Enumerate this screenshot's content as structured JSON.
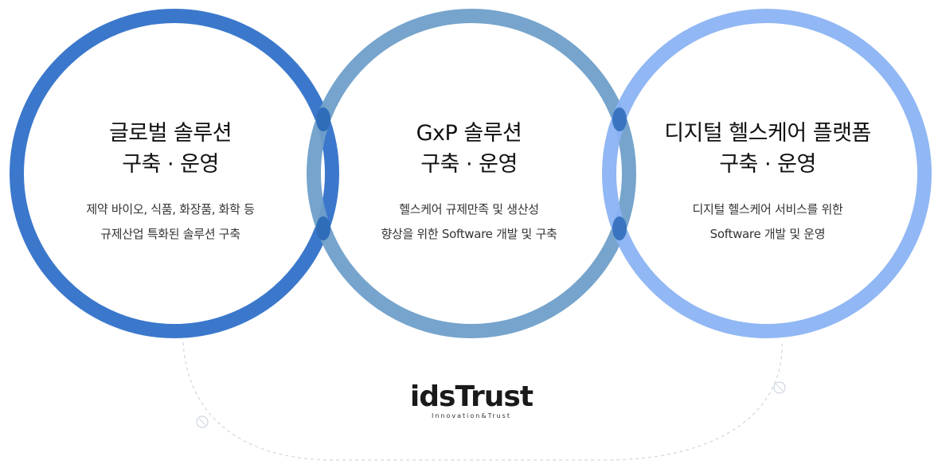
{
  "colors": {
    "circle_1": "#3b78cc",
    "circle_2": "#6f9fc9",
    "circle_3": "#8bb3f3",
    "overlap": "#2f6db8",
    "dashed": "#cfd6e0"
  },
  "circles": [
    {
      "title_lines": [
        "글로벌 솔루션",
        "구축 · 운영"
      ],
      "desc_lines": [
        "제약 바이오, 식품, 화장품, 화학 등",
        "규제산업 특화된 솔루션 구축"
      ]
    },
    {
      "title_lines": [
        "GxP 솔루션",
        "구축 · 운영"
      ],
      "desc_lines": [
        "헬스케어 규제만족 및 생산성",
        "향상을 위한 Software 개발 및 구축"
      ]
    },
    {
      "title_lines": [
        "디지털 헬스케어 플랫폼",
        "구축 · 운영"
      ],
      "desc_lines": [
        "디지털 헬스케어 서비스를 위한",
        "Software 개발 및 운영"
      ]
    }
  ],
  "logo": {
    "name": "idsTrust",
    "tagline": "Innovation&Trust"
  }
}
